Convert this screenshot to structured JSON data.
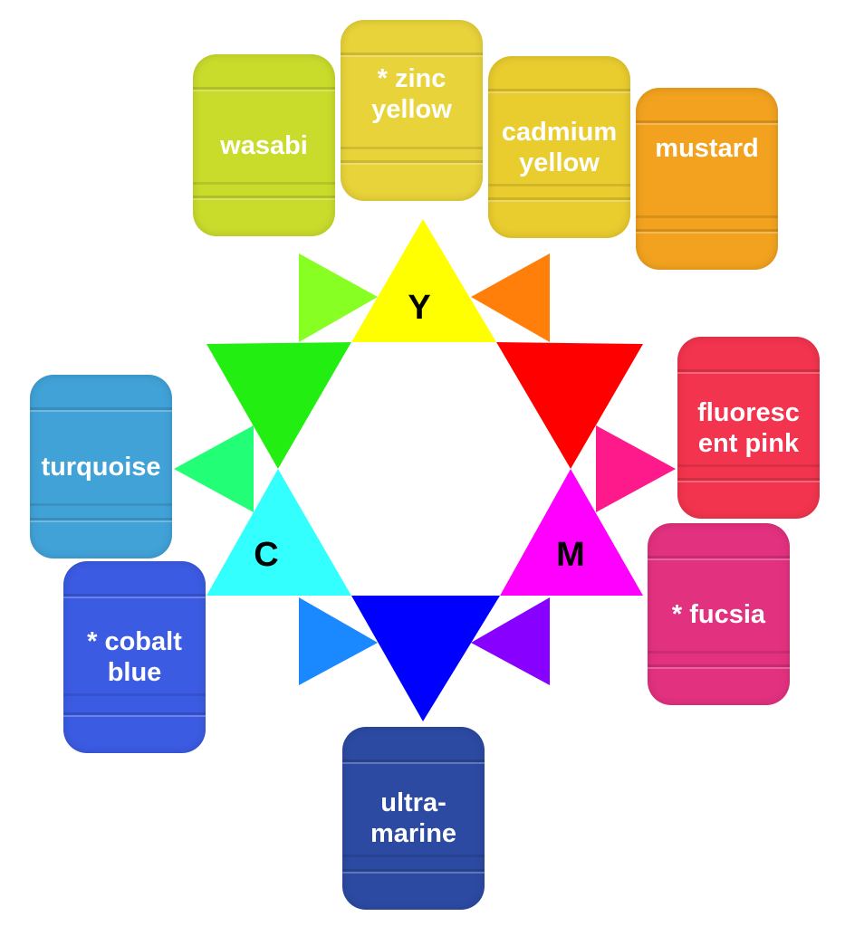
{
  "title": "Color wheel with polymer clay colors",
  "star": {
    "letters": {
      "yellow": "Y",
      "cyan": "C",
      "magenta": "M"
    },
    "colors": {
      "yellow": "#ffff00",
      "red": "#ff0000",
      "magenta": "#ff00ff",
      "blue": "#0000ff",
      "cyan": "#33ffff",
      "green": "#22ee11",
      "orange": "#ff7f0a",
      "chartreuse": "#88ff22",
      "rose": "#ff1a8c",
      "violet": "#8800ff",
      "azure": "#1a88ff",
      "spring_green": "#22ff77"
    }
  },
  "cards": [
    {
      "id": "wasabi",
      "lines": [
        "wasabi"
      ],
      "color": "#c9dc2c"
    },
    {
      "id": "zinc-yellow",
      "lines": [
        "* zinc",
        "yellow"
      ],
      "color": "#e8d33a"
    },
    {
      "id": "cadmium-yellow",
      "lines": [
        "cadmium",
        "yellow"
      ],
      "color": "#e9cc2e"
    },
    {
      "id": "mustard",
      "lines": [
        "mustard"
      ],
      "color": "#f2a21e"
    },
    {
      "id": "fluorescent-pink",
      "lines": [
        "fluoresc",
        "ent pink"
      ],
      "color": "#f2344e"
    },
    {
      "id": "fucsia",
      "lines": [
        "* fucsia"
      ],
      "color": "#e2317f"
    },
    {
      "id": "ultramarine",
      "lines": [
        "ultra-",
        "marine"
      ],
      "color": "#2c4aa2"
    },
    {
      "id": "cobalt-blue",
      "lines": [
        "* cobalt",
        "blue"
      ],
      "color": "#3b5be2"
    },
    {
      "id": "turquoise",
      "lines": [
        "turquoise"
      ],
      "color": "#41a2d8"
    }
  ]
}
